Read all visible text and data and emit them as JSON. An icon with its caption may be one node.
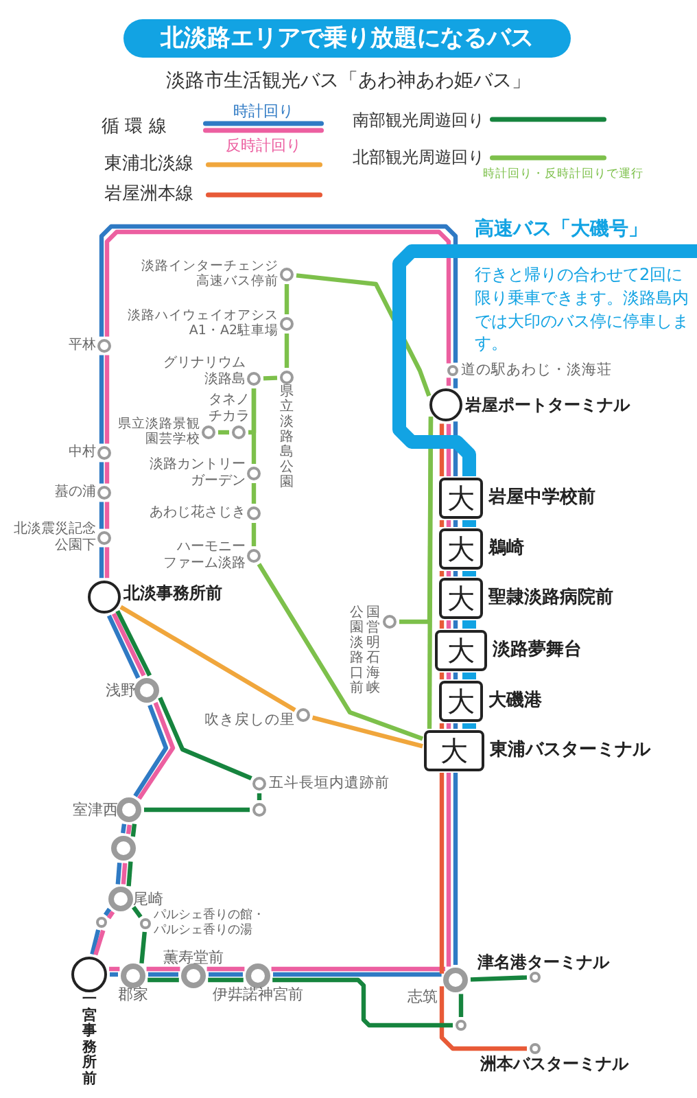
{
  "diagram": {
    "title": "北淡路エリアで乗り放題になるバス",
    "nodes": [
      {
        "text": [
          "平林"
        ]
      },
      {
        "text": [
          "中村"
        ]
      },
      {
        "text": [
          "蟇の浦"
        ]
      },
      {
        "text": [
          "北淡震災記念公園下"
        ]
      },
      {
        "text": [
          "北淡事務所前"
        ]
      },
      {
        "text": [
          "浅野"
        ]
      },
      {
        "text": [
          "室津西"
        ]
      },
      {
        "text": [],
        "shape": "circle"
      },
      {
        "text": [
          "尾崎"
        ]
      },
      {
        "text": [],
        "shape": "circle"
      },
      {
        "text": [
          "パルシェ香りの館・パルシェ香りの湯"
        ]
      },
      {
        "text": [
          "一宮事務所前"
        ]
      },
      {
        "text": [
          "郡家"
        ]
      },
      {
        "text": [
          "薫寿堂前"
        ]
      },
      {
        "text": [
          "伊弉諾神宮前"
        ]
      },
      {
        "text": [
          "志筑"
        ]
      },
      {
        "text": [
          "津名港ターミナル"
        ]
      },
      {
        "text": [],
        "shape": "circle"
      },
      {
        "text": [
          "洲本バスターミナル"
        ]
      },
      {
        "text": [
          "道の駅あわじ・淡海荘"
        ]
      },
      {
        "text": [
          "岩屋ポートターミナル"
        ]
      },
      {
        "text": [
          "大"
        ],
        "beside": [
          "岩屋中学校前"
        ]
      },
      {
        "text": [
          "大"
        ],
        "beside": [
          "鵜崎"
        ]
      },
      {
        "text": [
          "大"
        ],
        "beside": [
          "聖隷淡路病院前"
        ]
      },
      {
        "text": [
          "大"
        ],
        "beside": [
          "淡路夢舞台"
        ]
      },
      {
        "text": [
          "大"
        ],
        "beside": [
          "大磯港"
        ]
      },
      {
        "text": [
          "大"
        ],
        "beside": [
          "東浦バスターミナル"
        ]
      },
      {
        "text": [
          "淡路インターチェンジ高速バス停前"
        ]
      },
      {
        "text": [
          "淡路ハイウェイオアシスA1・A2駐車場"
        ]
      },
      {
        "text": [
          "県立淡路島公園"
        ]
      },
      {
        "text": [
          "グリナリウム淡路島"
        ]
      },
      {
        "text": [
          "タネノチカラ"
        ]
      },
      {
        "text": [
          "県立淡路景観園芸学校"
        ]
      },
      {
        "text": [
          "淡路カントリーガーデン"
        ]
      },
      {
        "text": [
          "あわじ花さじき"
        ]
      },
      {
        "text": [
          "ハーモニーファーム淡路"
        ]
      },
      {
        "text": [
          "国営明石海峡公園淡路口前"
        ]
      },
      {
        "text": [
          "吹き戻しの里"
        ]
      },
      {
        "text": [
          "五斗長垣内遺跡前"
        ]
      },
      {
        "text": [],
        "shape": "circle"
      }
    ],
    "edges": [
      {
        "from": 20,
        "to": 19,
        "arrow": "none",
        "color": "#2f7ac4"
      },
      {
        "from": 19,
        "to": 0,
        "arrow": "none",
        "color": "#2f7ac4"
      },
      {
        "from": 0,
        "to": 1,
        "arrow": "none",
        "color": "#2f7ac4"
      },
      {
        "from": 1,
        "to": 2,
        "arrow": "none",
        "color": "#2f7ac4"
      },
      {
        "from": 2,
        "to": 3,
        "arrow": "none",
        "color": "#2f7ac4"
      },
      {
        "from": 3,
        "to": 4,
        "arrow": "none",
        "color": "#2f7ac4"
      },
      {
        "from": 4,
        "to": 5,
        "arrow": "none",
        "color": "#2f7ac4"
      },
      {
        "from": 5,
        "to": 6,
        "arrow": "none",
        "color": "#2f7ac4"
      },
      {
        "from": 6,
        "to": 7,
        "arrow": "none",
        "color": "#2f7ac4"
      },
      {
        "from": 7,
        "to": 8,
        "arrow": "none",
        "color": "#2f7ac4"
      },
      {
        "from": 8,
        "to": 9,
        "arrow": "none",
        "color": "#2f7ac4"
      },
      {
        "from": 9,
        "to": 11,
        "arrow": "none",
        "color": "#2f7ac4"
      },
      {
        "from": 11,
        "to": 12,
        "arrow": "none",
        "color": "#2f7ac4"
      },
      {
        "from": 12,
        "to": 13,
        "arrow": "none",
        "color": "#2f7ac4"
      },
      {
        "from": 13,
        "to": 14,
        "arrow": "none",
        "color": "#2f7ac4"
      },
      {
        "from": 14,
        "to": 15,
        "arrow": "none",
        "color": "#2f7ac4"
      },
      {
        "from": 15,
        "to": 26,
        "arrow": "none",
        "color": "#2f7ac4"
      },
      {
        "from": 26,
        "to": 25,
        "arrow": "none",
        "color": "#2f7ac4"
      },
      {
        "from": 25,
        "to": 24,
        "arrow": "none",
        "color": "#2f7ac4"
      },
      {
        "from": 24,
        "to": 23,
        "arrow": "none",
        "color": "#2f7ac4"
      },
      {
        "from": 23,
        "to": 22,
        "arrow": "none",
        "color": "#2f7ac4"
      },
      {
        "from": 22,
        "to": 21,
        "arrow": "none",
        "color": "#2f7ac4"
      },
      {
        "from": 21,
        "to": 20,
        "arrow": "none",
        "color": "#2f7ac4"
      },
      {
        "from": 20,
        "to": 19,
        "arrow": "none",
        "color": "#ec5fa0"
      },
      {
        "from": 19,
        "to": 0,
        "arrow": "none",
        "color": "#ec5fa0"
      },
      {
        "from": 0,
        "to": 1,
        "arrow": "none",
        "color": "#ec5fa0"
      },
      {
        "from": 1,
        "to": 2,
        "arrow": "none",
        "color": "#ec5fa0"
      },
      {
        "from": 2,
        "to": 3,
        "arrow": "none",
        "color": "#ec5fa0"
      },
      {
        "from": 3,
        "to": 4,
        "arrow": "none",
        "color": "#ec5fa0"
      },
      {
        "from": 4,
        "to": 5,
        "arrow": "none",
        "color": "#ec5fa0"
      },
      {
        "from": 5,
        "to": 6,
        "arrow": "none",
        "color": "#ec5fa0"
      },
      {
        "from": 6,
        "to": 7,
        "arrow": "none",
        "color": "#ec5fa0"
      },
      {
        "from": 7,
        "to": 8,
        "arrow": "none",
        "color": "#ec5fa0"
      },
      {
        "from": 8,
        "to": 9,
        "arrow": "none",
        "color": "#ec5fa0"
      },
      {
        "from": 9,
        "to": 11,
        "arrow": "none",
        "color": "#ec5fa0"
      },
      {
        "from": 11,
        "to": 12,
        "arrow": "none",
        "color": "#ec5fa0"
      },
      {
        "from": 12,
        "to": 13,
        "arrow": "none",
        "color": "#ec5fa0"
      },
      {
        "from": 13,
        "to": 14,
        "arrow": "none",
        "color": "#ec5fa0"
      },
      {
        "from": 14,
        "to": 15,
        "arrow": "none",
        "color": "#ec5fa0"
      },
      {
        "from": 15,
        "to": 26,
        "arrow": "none",
        "color": "#ec5fa0"
      },
      {
        "from": 26,
        "to": 25,
        "arrow": "none",
        "color": "#ec5fa0"
      },
      {
        "from": 25,
        "to": 24,
        "arrow": "none",
        "color": "#ec5fa0"
      },
      {
        "from": 24,
        "to": 23,
        "arrow": "none",
        "color": "#ec5fa0"
      },
      {
        "from": 23,
        "to": 22,
        "arrow": "none",
        "color": "#ec5fa0"
      },
      {
        "from": 22,
        "to": 21,
        "arrow": "none",
        "color": "#ec5fa0"
      },
      {
        "from": 21,
        "to": 20,
        "arrow": "none",
        "color": "#ec5fa0"
      },
      {
        "from": 20,
        "to": 21,
        "arrow": "none",
        "color": "#e85a37"
      },
      {
        "from": 21,
        "to": 22,
        "arrow": "none",
        "color": "#e85a37"
      },
      {
        "from": 22,
        "to": 23,
        "arrow": "none",
        "color": "#e85a37"
      },
      {
        "from": 23,
        "to": 24,
        "arrow": "none",
        "color": "#e85a37"
      },
      {
        "from": 24,
        "to": 25,
        "arrow": "none",
        "color": "#e85a37"
      },
      {
        "from": 25,
        "to": 26,
        "arrow": "none",
        "color": "#e85a37"
      },
      {
        "from": 26,
        "to": 15,
        "arrow": "none",
        "color": "#e85a37"
      },
      {
        "from": 15,
        "to": 18,
        "arrow": "none",
        "color": "#e85a37"
      },
      {
        "from": 4,
        "to": 5,
        "arrow": "none",
        "color": "#16843e"
      },
      {
        "from": 5,
        "to": 38,
        "arrow": "none",
        "color": "#16843e"
      },
      {
        "from": 38,
        "to": 39,
        "arrow": "none",
        "color": "#16843e"
      },
      {
        "from": 39,
        "to": 6,
        "arrow": "none",
        "color": "#16843e"
      },
      {
        "from": 6,
        "to": 7,
        "arrow": "none",
        "color": "#16843e"
      },
      {
        "from": 7,
        "to": 8,
        "arrow": "none",
        "color": "#16843e"
      },
      {
        "from": 8,
        "to": 10,
        "arrow": "none",
        "color": "#16843e"
      },
      {
        "from": 10,
        "to": 12,
        "arrow": "none",
        "color": "#16843e"
      },
      {
        "from": 12,
        "to": 13,
        "arrow": "none",
        "color": "#16843e"
      },
      {
        "from": 13,
        "to": 14,
        "arrow": "none",
        "color": "#16843e"
      },
      {
        "from": 14,
        "to": 17,
        "arrow": "none",
        "color": "#16843e"
      },
      {
        "from": 17,
        "to": 15,
        "arrow": "none",
        "color": "#16843e"
      },
      {
        "from": 15,
        "to": 16,
        "arrow": "none",
        "color": "#16843e"
      },
      {
        "from": 27,
        "to": 28,
        "arrow": "none",
        "color": "#7dc04b"
      },
      {
        "from": 28,
        "to": 29,
        "arrow": "none",
        "color": "#7dc04b"
      },
      {
        "from": 29,
        "to": 30,
        "arrow": "none",
        "color": "#7dc04b"
      },
      {
        "from": 30,
        "to": 31,
        "arrow": "none",
        "color": "#7dc04b"
      },
      {
        "from": 31,
        "to": 32,
        "arrow": "none",
        "color": "#7dc04b"
      },
      {
        "from": 30,
        "to": 33,
        "arrow": "none",
        "color": "#7dc04b"
      },
      {
        "from": 33,
        "to": 34,
        "arrow": "none",
        "color": "#7dc04b"
      },
      {
        "from": 34,
        "to": 35,
        "arrow": "none",
        "color": "#7dc04b"
      },
      {
        "from": 35,
        "to": 26,
        "arrow": "none",
        "color": "#7dc04b"
      },
      {
        "from": 27,
        "to": 20,
        "arrow": "none",
        "color": "#7dc04b"
      },
      {
        "from": 20,
        "to": 36,
        "arrow": "none",
        "color": "#7dc04b"
      },
      {
        "from": 20,
        "to": 26,
        "arrow": "none",
        "color": "#7dc04b"
      },
      {
        "from": 4,
        "to": 37,
        "arrow": "none",
        "color": "#f0a63c"
      },
      {
        "from": 37,
        "to": 26,
        "arrow": "none",
        "color": "#f0a63c"
      },
      {
        "from": null,
        "to": 21,
        "arrow": "none",
        "style": "thick",
        "color": "#12a3e3"
      },
      {
        "from": 21,
        "to": 22,
        "arrow": "none",
        "style": "thick",
        "color": "#12a3e3"
      },
      {
        "from": 22,
        "to": 23,
        "arrow": "none",
        "style": "thick",
        "color": "#12a3e3"
      },
      {
        "from": 23,
        "to": 24,
        "arrow": "none",
        "style": "thick",
        "color": "#12a3e3"
      },
      {
        "from": 24,
        "to": 25,
        "arrow": "none",
        "style": "thick",
        "color": "#12a3e3"
      },
      {
        "from": 25,
        "to": 26,
        "arrow": "none",
        "style": "thick",
        "color": "#12a3e3"
      }
    ],
    "labels": [
      "淡路市生活観光バス「あわ神あわ姫バス」",
      "循 環 線",
      "時計回り・反時計回りで運行",
      "高速バス「大磯号」",
      "行きと帰りの合わせて2回に限り乗車できます。淡路島内では大印のバス停に停車します。"
    ],
    "legend": [
      {
        "text": "時計回り",
        "color": "#2f7ac4"
      },
      {
        "text": "反時計回り",
        "color": "#ec5fa0"
      },
      {
        "text": "東浦北淡線",
        "color": "#f0a63c"
      },
      {
        "text": "岩屋洲本線",
        "color": "#e85a37"
      },
      {
        "text": "南部観光周遊回り",
        "color": "#16843e"
      },
      {
        "text": "北部観光周遊回り",
        "color": "#7dc04b"
      }
    ]
  }
}
